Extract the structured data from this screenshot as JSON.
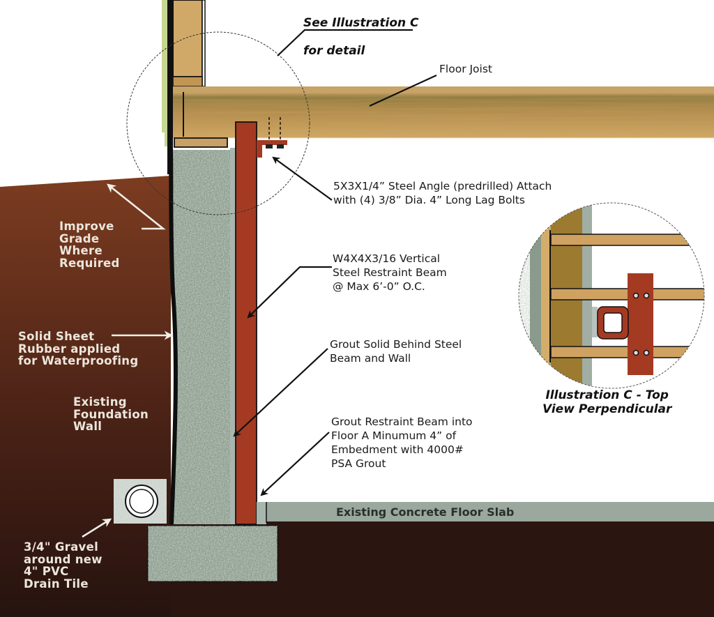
{
  "diagram": {
    "type": "foundation wall steel beam reinforcement cross-section",
    "colors": {
      "background": "#ffffff",
      "soil_upper": "#7a3a1f",
      "soil_lower": "#2a1510",
      "concrete": "#8a9a8c",
      "steel": "#a53a22",
      "wood": "#c9a063",
      "slab": "#9aa89e"
    },
    "callout_top": {
      "line1": "See Illustration C",
      "line2": "for detail"
    },
    "labels": {
      "floor_joist": "Floor Joist",
      "steel_angle": "5X3X1/4” Steel Angle (predrilled) Attach\nwith (4) 3/8” Dia. 4” Long Lag Bolts",
      "vertical_beam": "W4X4X3/16 Vertical\nSteel Restraint Beam\n@ Max 6’-0” O.C.",
      "grout_solid": "Grout Solid Behind Steel\nBeam and Wall",
      "grout_floor": "Grout Restraint Beam into\nFloor A Minumum 4” of\nEmbedment with 4000#\nPSA Grout",
      "improve_grade": "Improve\nGrade\nWhere\nRequired",
      "rubber_sheet": "Solid Sheet\nRubber applied\nfor Waterproofing",
      "foundation_wall": "Existing\nFoundation\nWall",
      "gravel_drain": "3/4\" Gravel\naround new\n4\" PVC\nDrain Tile",
      "floor_slab": "Existing Concrete Floor Slab"
    },
    "illustration_c": {
      "caption": "Illustration C - Top\nView Perpendicular"
    }
  }
}
